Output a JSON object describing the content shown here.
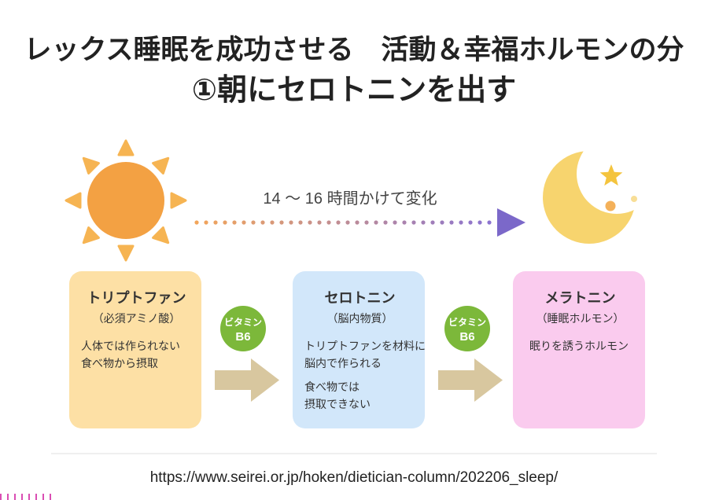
{
  "title": {
    "line1": "レックス睡眠を成功させる　活動＆幸福ホルモンの分",
    "line2": "①朝にセロトニンを出す"
  },
  "diagram": {
    "transition_label": "14 〜 16 時間かけて変化",
    "start_icon": "sun-icon",
    "end_icon": "moon-icon",
    "boxes": [
      {
        "title": "トリプトファン",
        "subtitle": "（必須アミノ酸）",
        "paragraphs": [
          [
            "人体では作られない",
            "食べ物から摂取"
          ]
        ],
        "color": "#FDE0A5"
      },
      {
        "title": "セロトニン",
        "subtitle": "（脳内物質）",
        "paragraphs": [
          [
            "トリプトファンを材料に",
            "脳内で作られる"
          ],
          [
            "食べ物では",
            "摂取できない"
          ]
        ],
        "color": "#D2E7FA"
      },
      {
        "title": "メラトニン",
        "subtitle": "（睡眠ホルモン）",
        "paragraphs": [
          [
            "眠りを誘うホルモン"
          ]
        ],
        "color": "#FACBEE"
      }
    ],
    "badges": [
      {
        "line1": "ビタミン",
        "line2": "B6"
      },
      {
        "line1": "ビタミン",
        "line2": "B6"
      }
    ]
  },
  "source_url": "https://www.seirei.or.jp/hoken/dietician-column/202206_sleep/",
  "colors": {
    "sun": "#F3A143",
    "sun_rays": "#F6B452",
    "moon": "#F7D46E",
    "star": "#F4C43E",
    "moon_dot": "#F4B15A",
    "moon_dot_small": "#F8DE96",
    "arrow_head": "#7B68C9",
    "dots_start": "#F2A55A",
    "dots_end": "#8C74D0",
    "flow_arrow": "#D8C79F",
    "badge": "#7CB83A",
    "badge_text": "#FFFFFF",
    "label_text": "#444444"
  }
}
